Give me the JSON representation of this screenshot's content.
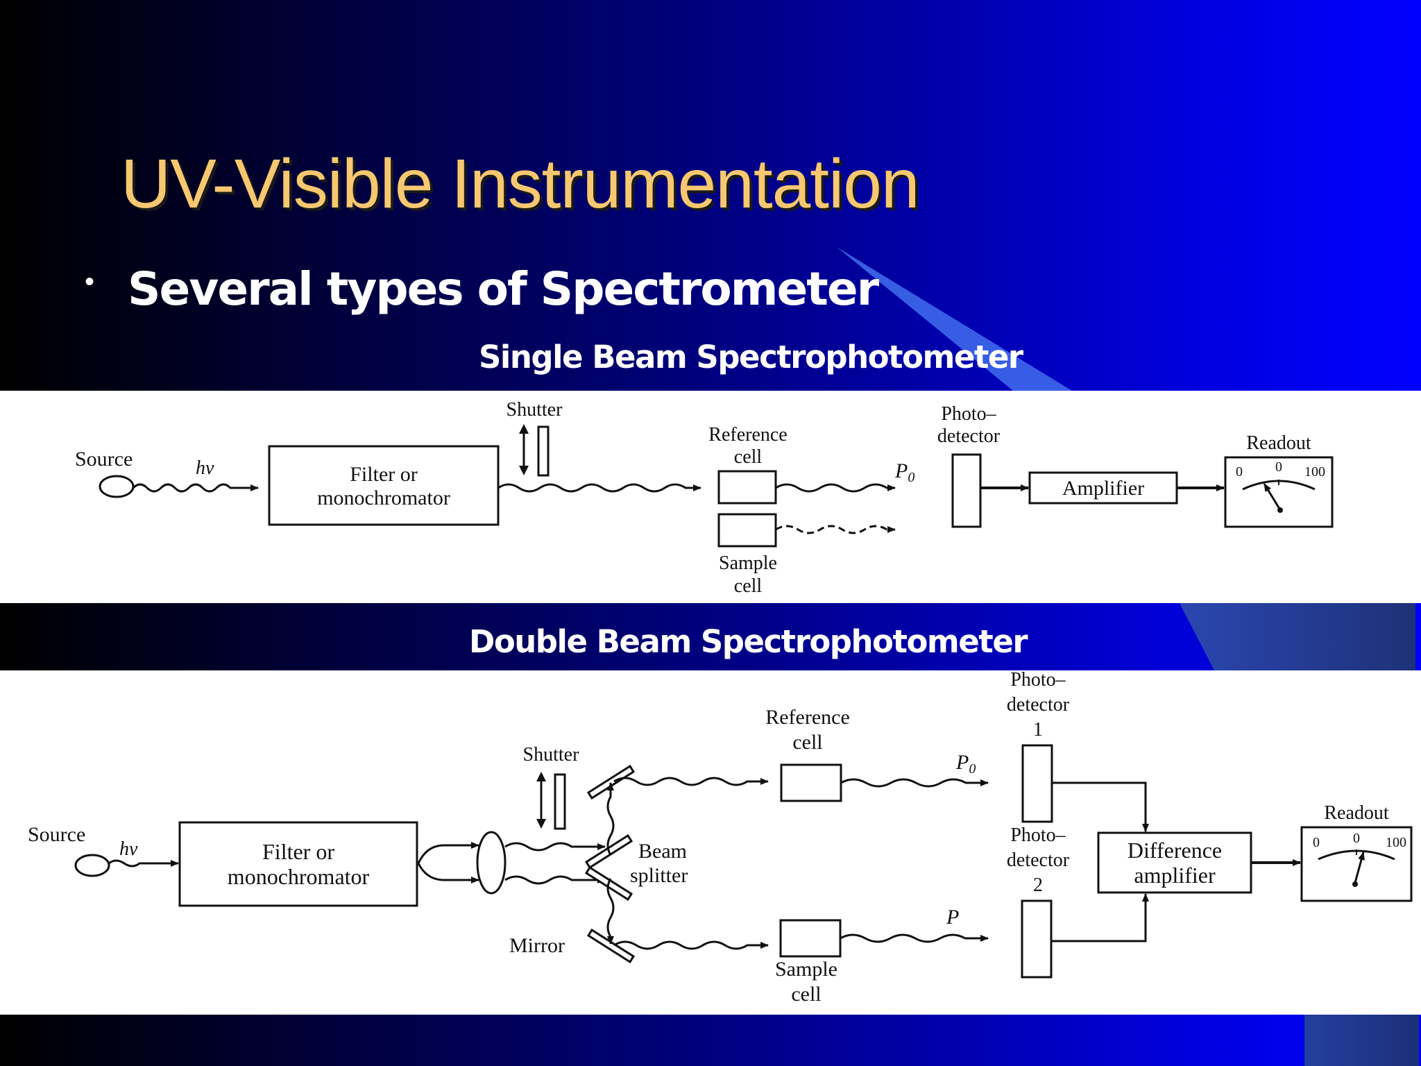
{
  "slide": {
    "title": "UV-Visible Instrumentation",
    "bullet": "Several types of Spectrometer",
    "colors": {
      "title": "#f7c870",
      "text": "#ffffff",
      "bg_left": "#000000",
      "bg_right": "#0000ff",
      "accent_streak": "#3a62e8"
    }
  },
  "single_beam": {
    "caption": "Single Beam Spectrophotometer",
    "labels": {
      "source": "Source",
      "hv": "hν",
      "filter_line1": "Filter or",
      "filter_line2": "monochromator",
      "shutter": "Shutter",
      "reference_line1": "Reference",
      "reference_line2": "cell",
      "sample_line1": "Sample",
      "sample_line2": "cell",
      "p0": "P",
      "p0_sub": "0",
      "detector_line1": "Photo–",
      "detector_line2": "detector",
      "amplifier": "Amplifier",
      "readout": "Readout",
      "scale_left": "0",
      "scale_mid": "0",
      "scale_right": "100"
    }
  },
  "double_beam": {
    "caption": "Double Beam Spectrophotometer",
    "labels": {
      "source": "Source",
      "hv": "hν",
      "filter_line1": "Filter or",
      "filter_line2": "monochromator",
      "shutter": "Shutter",
      "beam_line1": "Beam",
      "beam_line2": "splitter",
      "mirror": "Mirror",
      "reference_line1": "Reference",
      "reference_line2": "cell",
      "sample_line1": "Sample",
      "sample_line2": "cell",
      "p0": "P",
      "p0_sub": "0",
      "p": "P",
      "detector1_line1": "Photo–",
      "detector1_line2": "detector",
      "detector1_num": "1",
      "detector2_line1": "Photo–",
      "detector2_line2": "detector",
      "detector2_num": "2",
      "diff_line1": "Difference",
      "diff_line2": "amplifier",
      "readout": "Readout",
      "scale_left": "0",
      "scale_mid": "0",
      "scale_right": "100"
    }
  }
}
